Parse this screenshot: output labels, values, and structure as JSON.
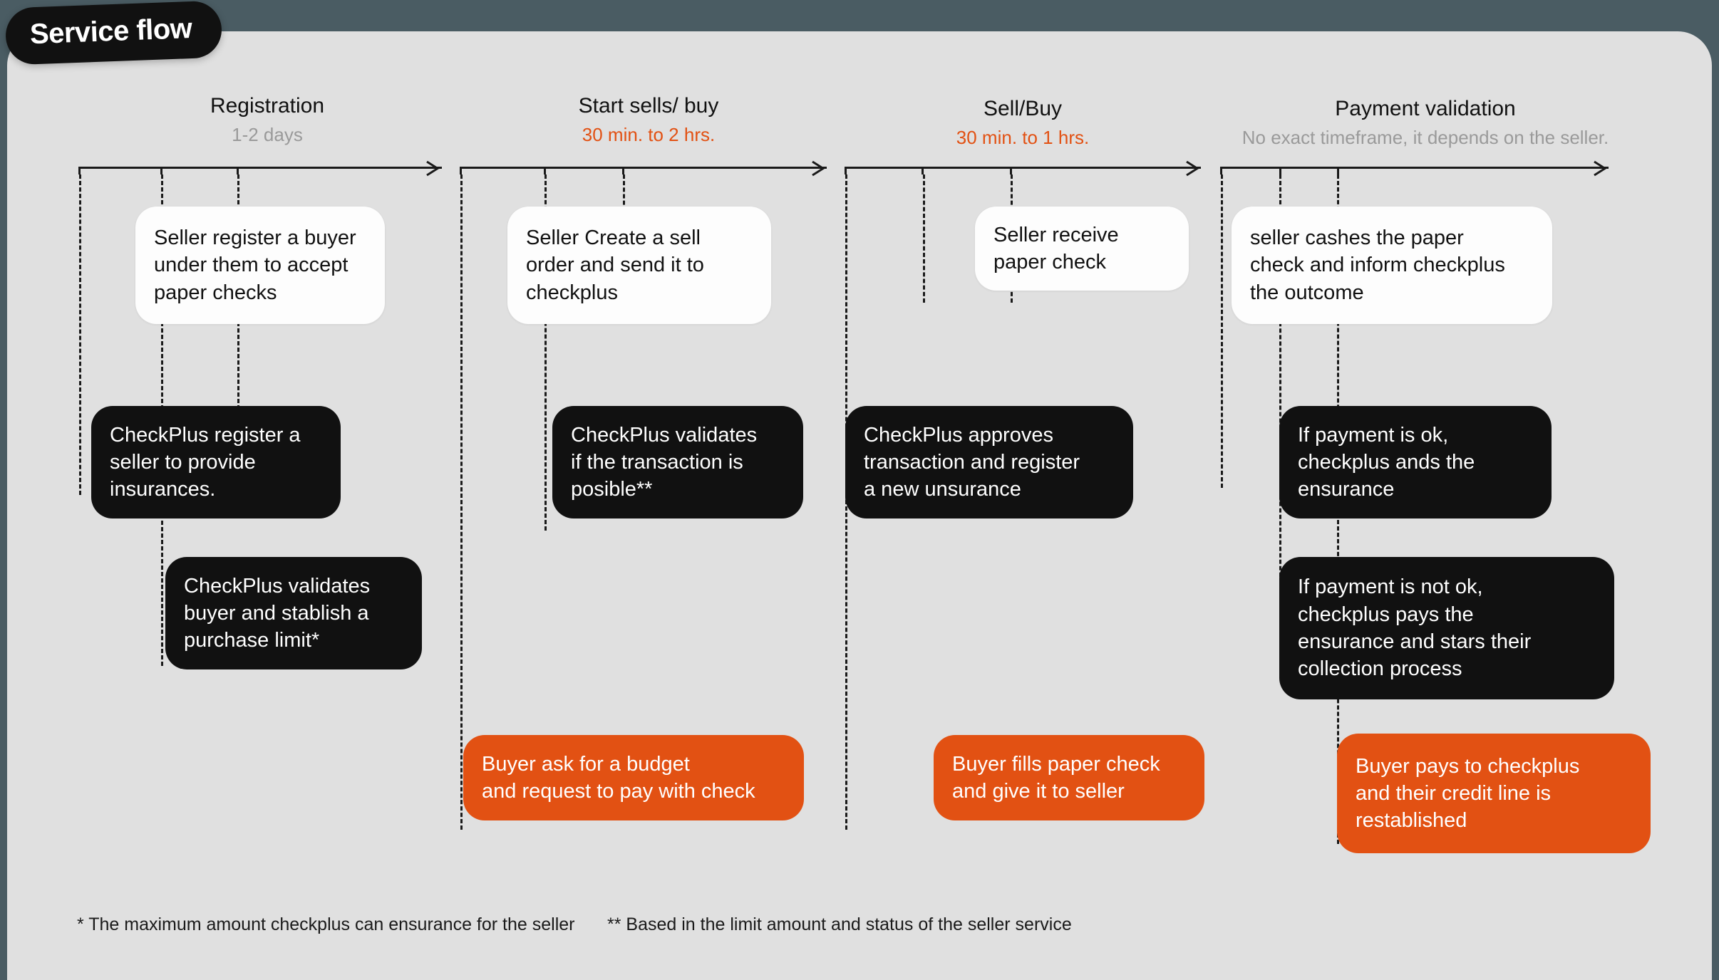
{
  "title": "Service flow",
  "colors": {
    "background": "#4a5c63",
    "panel": "#e0e0e0",
    "dark": "#111111",
    "accent_orange": "#e25113",
    "muted_gray": "#9a9a9a",
    "white_card": "#fdfdfd"
  },
  "phases": [
    {
      "name": "Registration",
      "duration": "1-2 days",
      "duration_style": "gray"
    },
    {
      "name": "Start sells/ buy",
      "duration": "30 min. to 2 hrs.",
      "duration_style": "orange"
    },
    {
      "name": "Sell/Buy",
      "duration": "30 min. to 1 hrs.",
      "duration_style": "orange"
    },
    {
      "name": "Payment validation",
      "duration": "No exact timeframe, it depends on the seller.",
      "duration_style": "gray"
    }
  ],
  "cards": [
    {
      "id": "c1",
      "phase": 1,
      "actor": "Seller",
      "style": "white",
      "text": "Seller register a buyer\nunder them to accept\npaper checks"
    },
    {
      "id": "c2",
      "phase": 1,
      "actor": "CheckPlus",
      "style": "black",
      "text": "CheckPlus register a\nseller to provide\ninsurances."
    },
    {
      "id": "c3",
      "phase": 1,
      "actor": "CheckPlus",
      "style": "black",
      "text": "CheckPlus validates\nbuyer and stablish a\npurchase limit*"
    },
    {
      "id": "c4",
      "phase": 2,
      "actor": "Seller",
      "style": "white",
      "text": "Seller Create a sell\norder and send it to\ncheckplus"
    },
    {
      "id": "c5",
      "phase": 2,
      "actor": "CheckPlus",
      "style": "black",
      "text": "CheckPlus validates\nif the transaction is\nposible**"
    },
    {
      "id": "c6",
      "phase": 2,
      "actor": "Buyer",
      "style": "orange",
      "text": "Buyer  ask for a budget\nand request to pay with check"
    },
    {
      "id": "c7",
      "phase": 3,
      "actor": "Seller",
      "style": "white",
      "text": "Seller receive\npaper check"
    },
    {
      "id": "c8",
      "phase": 3,
      "actor": "CheckPlus",
      "style": "black",
      "text": "CheckPlus approves\ntransaction and register\na new unsurance"
    },
    {
      "id": "c9",
      "phase": 3,
      "actor": "Buyer",
      "style": "orange",
      "text": "Buyer fills paper check\nand give it to seller"
    },
    {
      "id": "c10",
      "phase": 4,
      "actor": "Seller",
      "style": "white",
      "text": "seller cashes the paper\ncheck and inform checkplus\nthe outcome"
    },
    {
      "id": "c11",
      "phase": 4,
      "actor": "CheckPlus",
      "style": "black",
      "text": "If payment is ok,\ncheckplus ands the\nensurance"
    },
    {
      "id": "c12",
      "phase": 4,
      "actor": "CheckPlus",
      "style": "black",
      "text": "If payment is not ok,\ncheckplus pays the\nensurance and stars their\ncollection process"
    },
    {
      "id": "c13",
      "phase": 4,
      "actor": "Buyer",
      "style": "orange",
      "text": "Buyer pays to checkplus\nand their credit line is\nrestablished"
    }
  ],
  "footnotes": [
    "* The maximum amount checkplus can ensurance for the seller",
    "** Based in the limit amount and status of the seller service"
  ]
}
